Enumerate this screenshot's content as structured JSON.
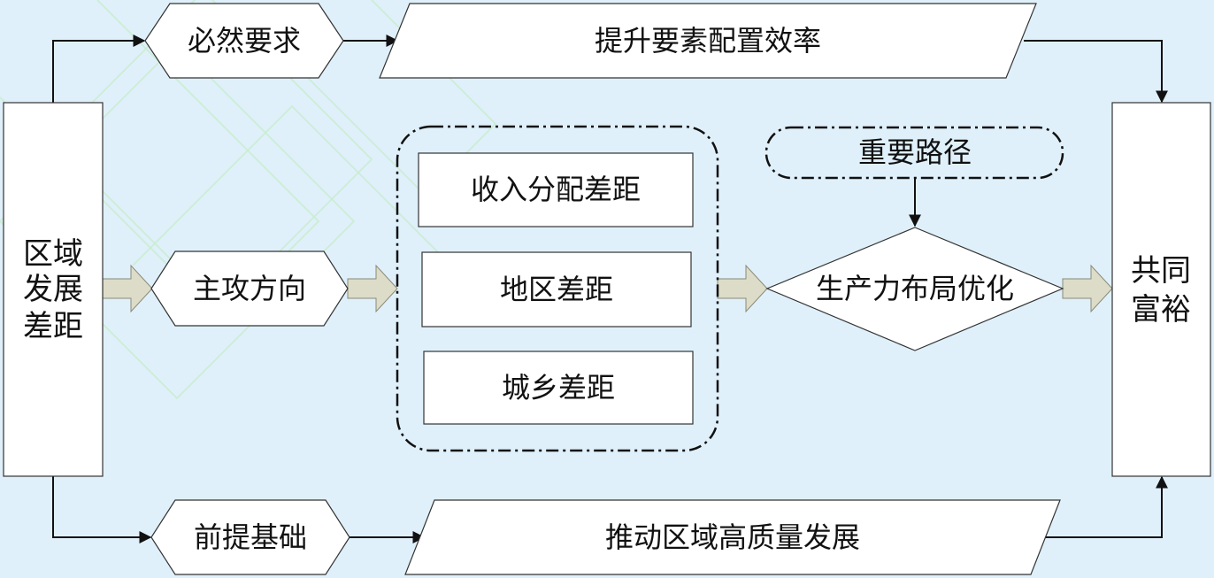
{
  "nodes": {
    "left": [
      "区域",
      "发展",
      "差距"
    ],
    "right": [
      "共同",
      "富裕"
    ],
    "top_hex": "必然要求",
    "top_para": "提升要素配置效率",
    "mid_hex": "主攻方向",
    "bottom_hex": "前提基础",
    "bottom_para": "推动区域高质量发展",
    "group": [
      "收入分配差距",
      "地区差距",
      "城乡差距"
    ],
    "path_label": "重要路径",
    "diamond": "生产力布局优化"
  },
  "colors": {
    "background": "#dff0fa",
    "box_fill": "#ffffff",
    "fat_arrow": "#dcdcc8",
    "decoration": "#c8ecd0"
  }
}
